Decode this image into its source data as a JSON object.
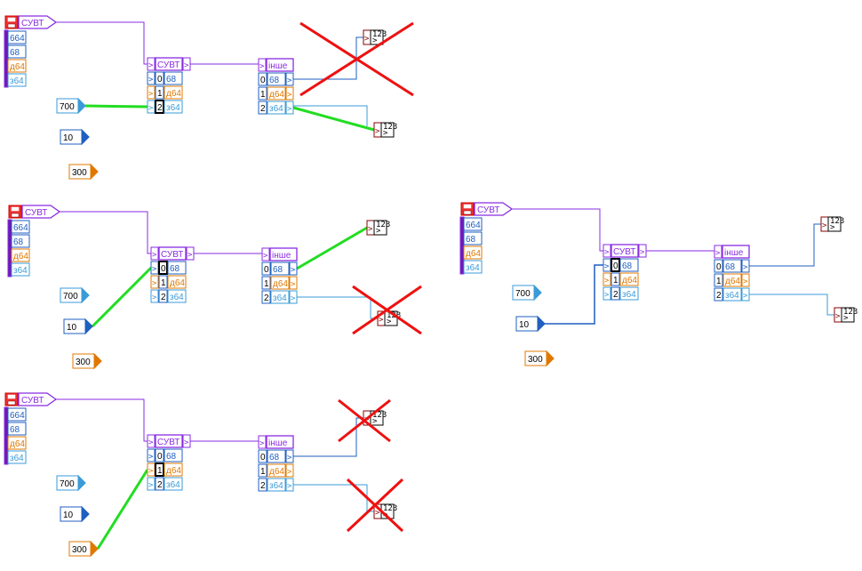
{
  "cluster_name": "СУВТ",
  "case_else": "інше",
  "fields": [
    {
      "label": "664",
      "color": "#1f5fc0"
    },
    {
      "label": "68",
      "color": "#1f5fc0"
    },
    {
      "label": "д64",
      "color": "#e07800"
    },
    {
      "label": "з64",
      "color": "#3a9bd8"
    }
  ],
  "case_rows": [
    {
      "index": "0",
      "type": "68"
    },
    {
      "index": "1",
      "type": "д64"
    },
    {
      "index": "2",
      "type": "з64"
    }
  ],
  "constants": [
    "700",
    "10",
    "300"
  ],
  "indicator_glyph": "123",
  "indicator_glyph2": ">_",
  "colors": {
    "cluster_wire": "#8a2be2",
    "i32_wire": "#1f5fc0",
    "u32_wire": "#3a9bd8",
    "dbl": "#e07800",
    "selected_wire": "#22dd22",
    "cross": "#ee1111"
  },
  "diagrams": [
    {
      "id": "d1",
      "selected_constant": "700",
      "selected_row": "2",
      "kept_indicator": "bottom",
      "crossed": [
        "top"
      ]
    },
    {
      "id": "d2",
      "selected_constant": "10",
      "selected_row": "0",
      "kept_indicator": "top",
      "crossed": [
        "bottom"
      ]
    },
    {
      "id": "d3",
      "selected_constant": "10",
      "selected_row": "0",
      "kept_indicator": "both",
      "crossed": []
    },
    {
      "id": "d4",
      "selected_constant": "300",
      "selected_row": "1",
      "kept_indicator": "none",
      "crossed": [
        "top",
        "bottom"
      ]
    }
  ]
}
